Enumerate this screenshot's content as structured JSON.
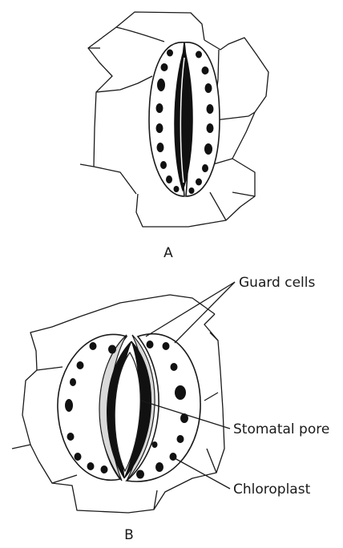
{
  "panels": [
    {
      "id": "A",
      "label": "A"
    },
    {
      "id": "B",
      "label": "B"
    }
  ],
  "labels": {
    "guard_cells": "Guard cells",
    "stomatal_pore": "Stomatal pore",
    "chloroplast": "Chloroplast"
  }
}
